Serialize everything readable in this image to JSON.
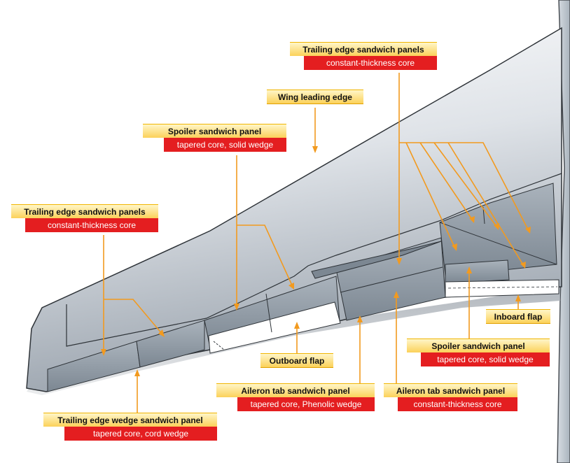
{
  "callouts": {
    "te_panels_top": {
      "title": "Trailing edge sandwich panels",
      "sub": "constant-thickness core"
    },
    "leading_edge": {
      "title": "Wing leading edge"
    },
    "spoiler_upper": {
      "title": "Spoiler sandwich panel",
      "sub": "tapered core, solid wedge"
    },
    "te_panels_left": {
      "title": "Trailing edge sandwich panels",
      "sub": "constant-thickness core"
    },
    "inboard_flap": {
      "title": "Inboard flap"
    },
    "spoiler_lower": {
      "title": "Spoiler sandwich panel",
      "sub": "tapered core, solid wedge"
    },
    "outboard_flap": {
      "title": "Outboard flap"
    },
    "aileron_tab_phenolic": {
      "title": "Aileron tab sandwich panel",
      "sub": "tapered core, Phenolic wedge"
    },
    "aileron_tab_const": {
      "title": "Aileron tab sandwich panel",
      "sub": "constant-thickness core"
    },
    "te_wedge": {
      "title": "Trailing edge wedge sandwich panel",
      "sub": "tapered core, cord wedge"
    }
  },
  "colors": {
    "leader": "#f29a1f",
    "title_bg": "#fbd15a",
    "sub_bg": "#e41e20",
    "wing_light": "#f2f4f6",
    "wing_dark": "#9aa1aa",
    "panel": "#8e99a4",
    "fuselage": "#b9c2cb"
  }
}
